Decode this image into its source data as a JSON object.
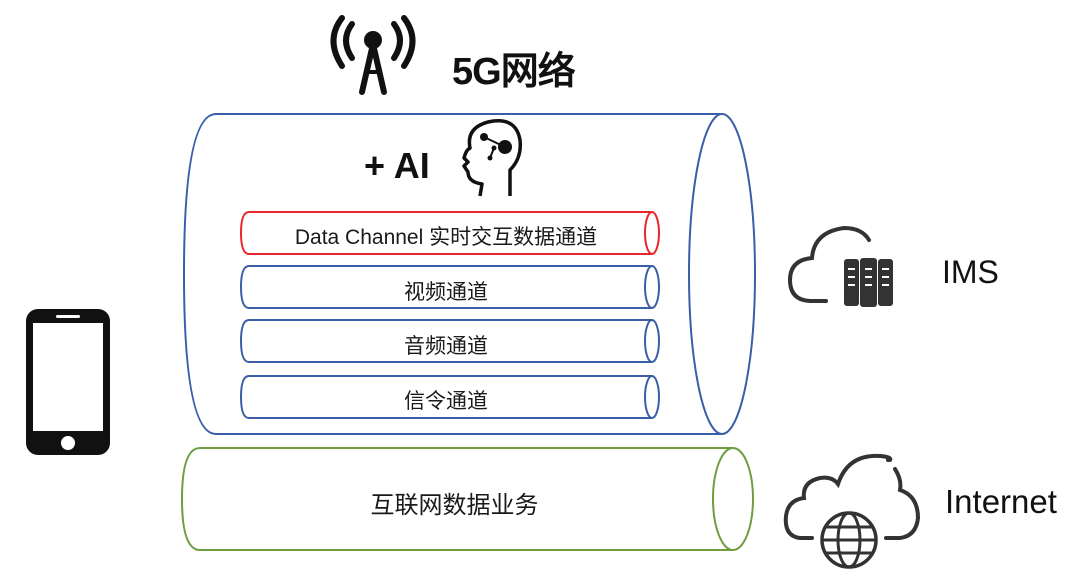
{
  "header": {
    "title": "5G网络",
    "icon": "antenna-tower-icon"
  },
  "ai_block": {
    "label": "+ AI",
    "icon": "ai-head-icon"
  },
  "network_pipe": {
    "color": "#3a5ea8",
    "channels": [
      {
        "label": "Data Channel 实时交互数据通道",
        "color": "#e8262b"
      },
      {
        "label": "视频通道",
        "color": "#3a5ea8"
      },
      {
        "label": "音频通道",
        "color": "#3a5ea8"
      },
      {
        "label": "信令通道",
        "color": "#3a5ea8"
      }
    ]
  },
  "internet_pipe": {
    "label": "互联网数据业务",
    "color": "#6e9e40"
  },
  "endpoints": {
    "device_icon": "smartphone-icon",
    "ims": {
      "label": "IMS",
      "icon": "cloud-server-icon"
    },
    "internet": {
      "label": "Internet",
      "icon": "cloud-globe-icon"
    }
  }
}
